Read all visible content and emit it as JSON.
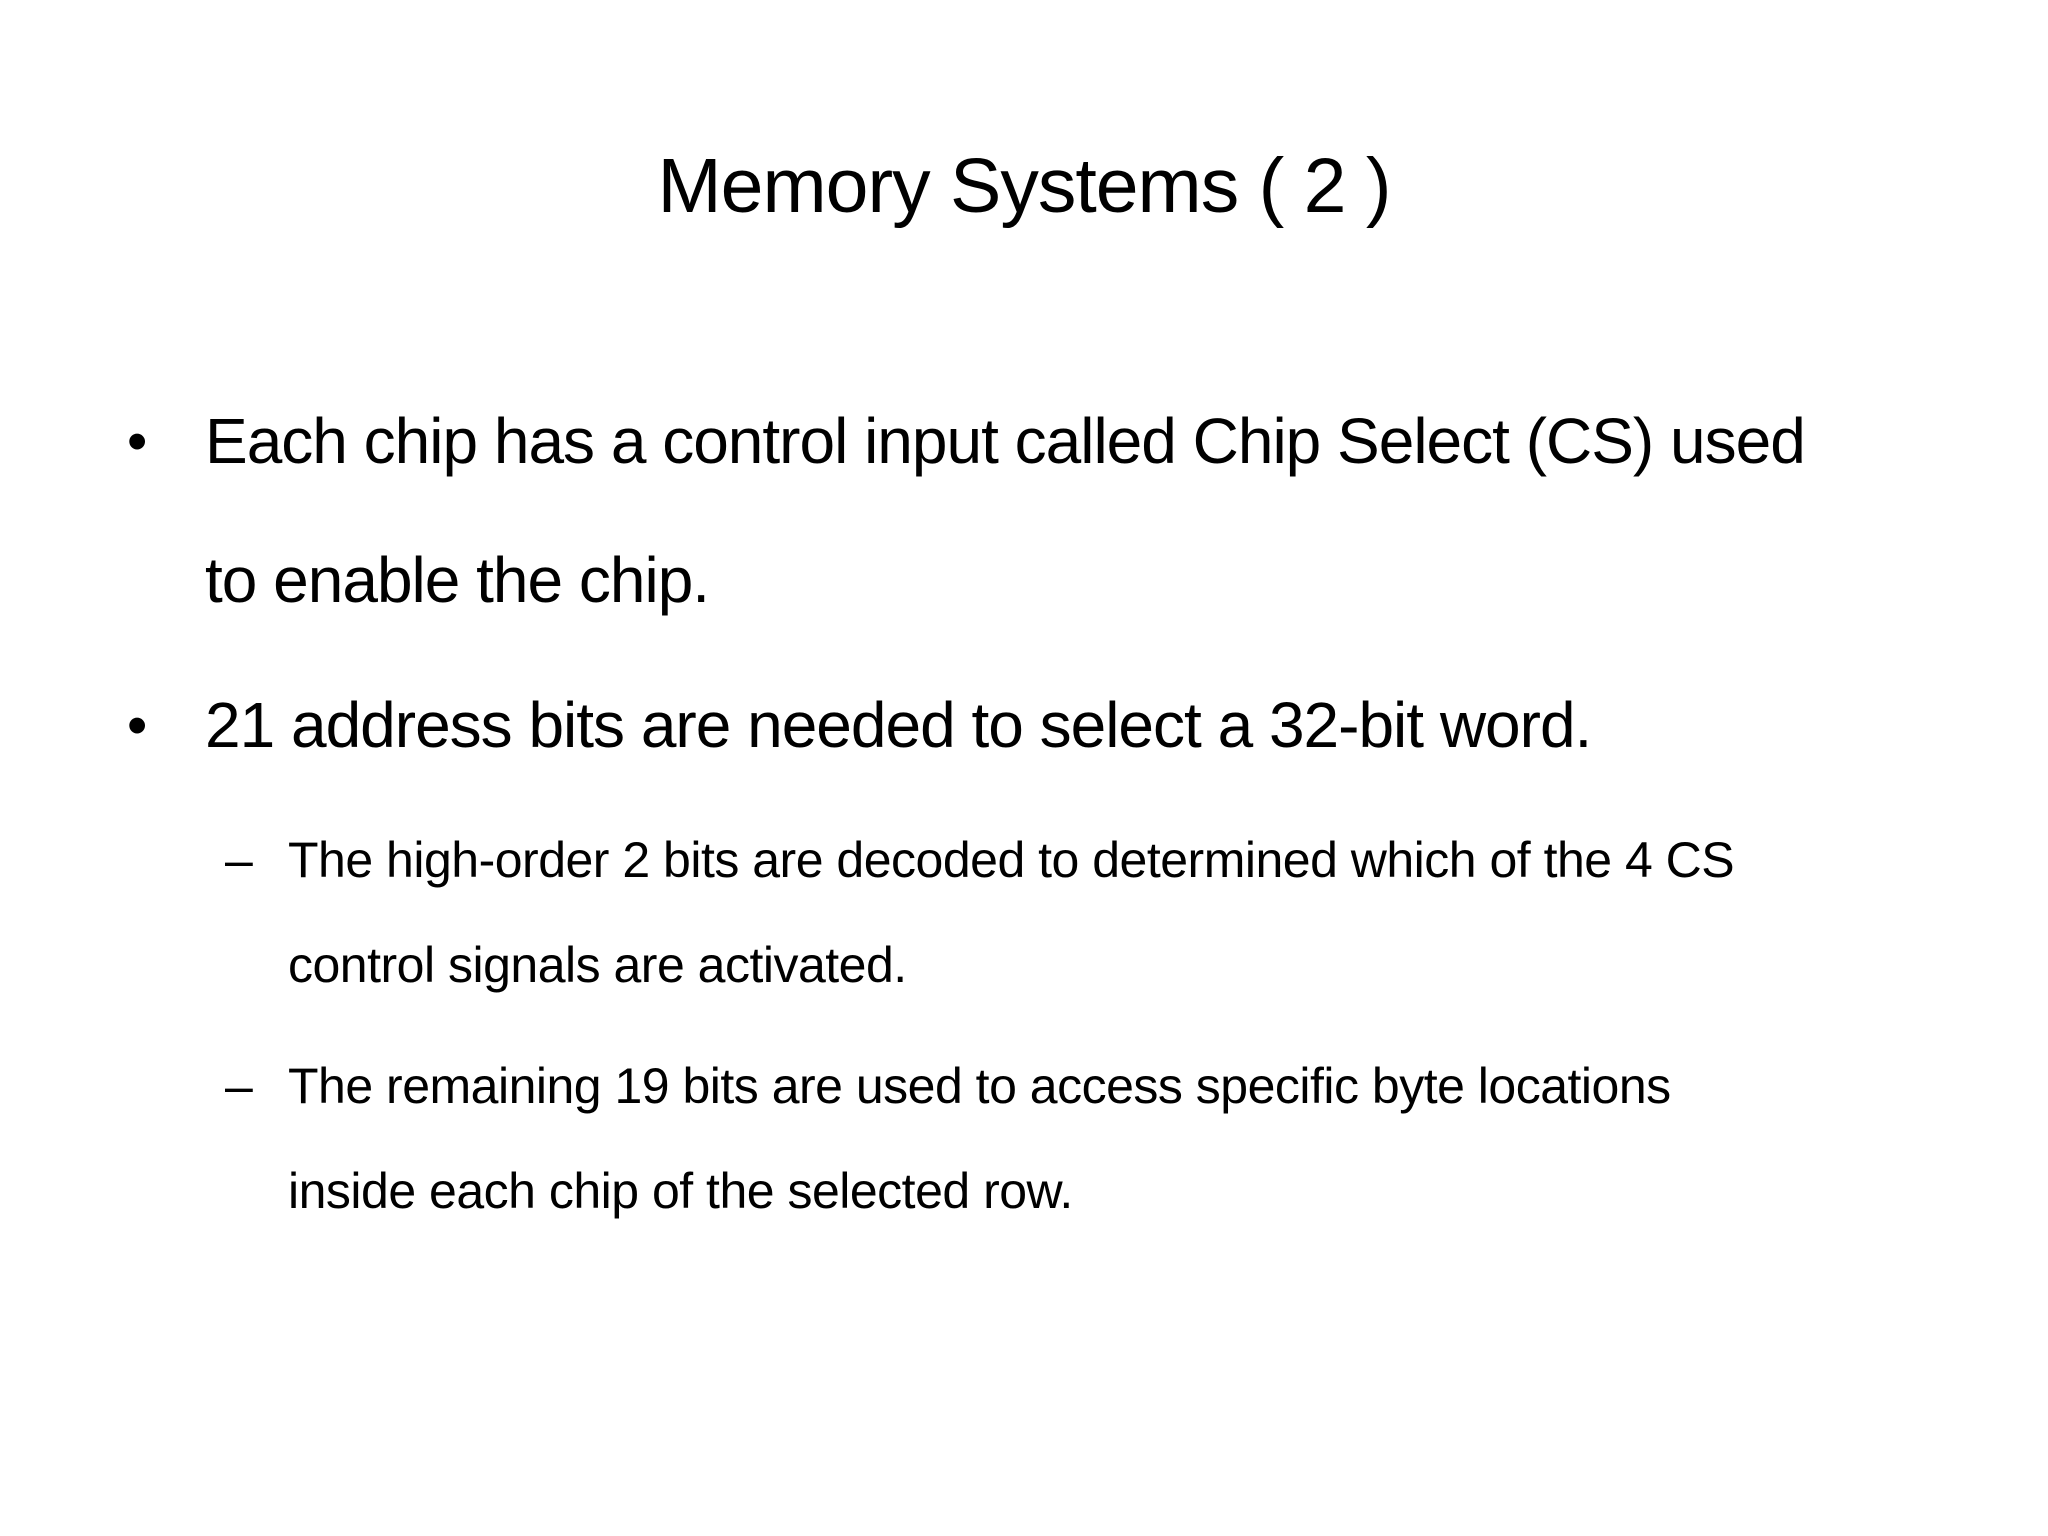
{
  "slide": {
    "title": "Memory Systems ( 2 )",
    "colors": {
      "background": "#ffffff",
      "text": "#000000"
    },
    "bullets": [
      {
        "level": 1,
        "marker": "•",
        "lines": [
          "Each chip has a control input called Chip Select (CS) used",
          "to enable the chip."
        ]
      },
      {
        "level": 1,
        "marker": "•",
        "lines": [
          "21 address bits are needed to select a 32-bit word."
        ]
      },
      {
        "level": 2,
        "marker": "–",
        "lines": [
          "The high-order 2 bits are decoded to determined which of the 4 CS",
          "control signals are activated."
        ]
      },
      {
        "level": 2,
        "marker": "–",
        "lines": [
          "The remaining 19 bits are used to access specific byte locations",
          "inside each chip of the selected row."
        ]
      }
    ]
  }
}
